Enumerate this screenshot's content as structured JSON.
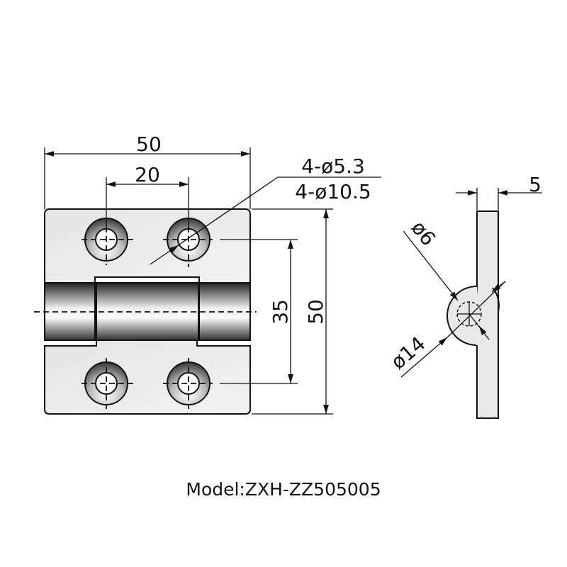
{
  "drawing": {
    "front_view": {
      "width_label": "50",
      "hole_spacing_label": "20",
      "hole_callout_small": "4-ø5.3",
      "hole_callout_large": "4-ø10.5",
      "hole_vertical_spacing_label": "35",
      "height_label": "50"
    },
    "side_view": {
      "thickness_label": "5",
      "pin_diameter_label": "ø6",
      "knuckle_diameter_label": "ø14"
    },
    "model_label": "Model:ZXH-ZZ505005"
  }
}
